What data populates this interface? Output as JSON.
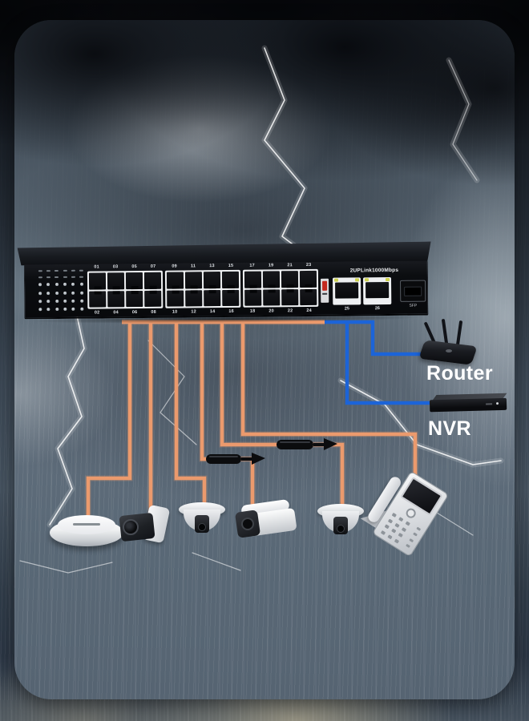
{
  "colors": {
    "cable_orange": "#eb9a6d",
    "cable_blue": "#1c64d8",
    "coupler_black": "#0b0c0e",
    "uplink_led": "#cdd24e",
    "dip_red": "#c3291f",
    "label_text": "#ffffff"
  },
  "labels": {
    "router": "Router",
    "nvr": "NVR"
  },
  "switch": {
    "uplink_label": "2UPLink1000Mbps",
    "sfp_label": "SFP",
    "uplink_ports": [
      "25",
      "26"
    ],
    "port_groups": [
      {
        "top": [
          "01",
          "03",
          "05",
          "07"
        ],
        "bottom": [
          "02",
          "04",
          "06",
          "08"
        ]
      },
      {
        "top": [
          "09",
          "11",
          "13",
          "15"
        ],
        "bottom": [
          "10",
          "12",
          "14",
          "16"
        ]
      },
      {
        "top": [
          "17",
          "19",
          "21",
          "23"
        ],
        "bottom": [
          "18",
          "20",
          "22",
          "24"
        ]
      }
    ]
  },
  "devices": [
    {
      "id": "poe-switch"
    },
    {
      "id": "router"
    },
    {
      "id": "nvr"
    },
    {
      "id": "wireless-access-point"
    },
    {
      "id": "bullet-camera-1"
    },
    {
      "id": "dome-camera-1"
    },
    {
      "id": "bullet-camera-2"
    },
    {
      "id": "dome-camera-2"
    },
    {
      "id": "ip-phone"
    }
  ]
}
